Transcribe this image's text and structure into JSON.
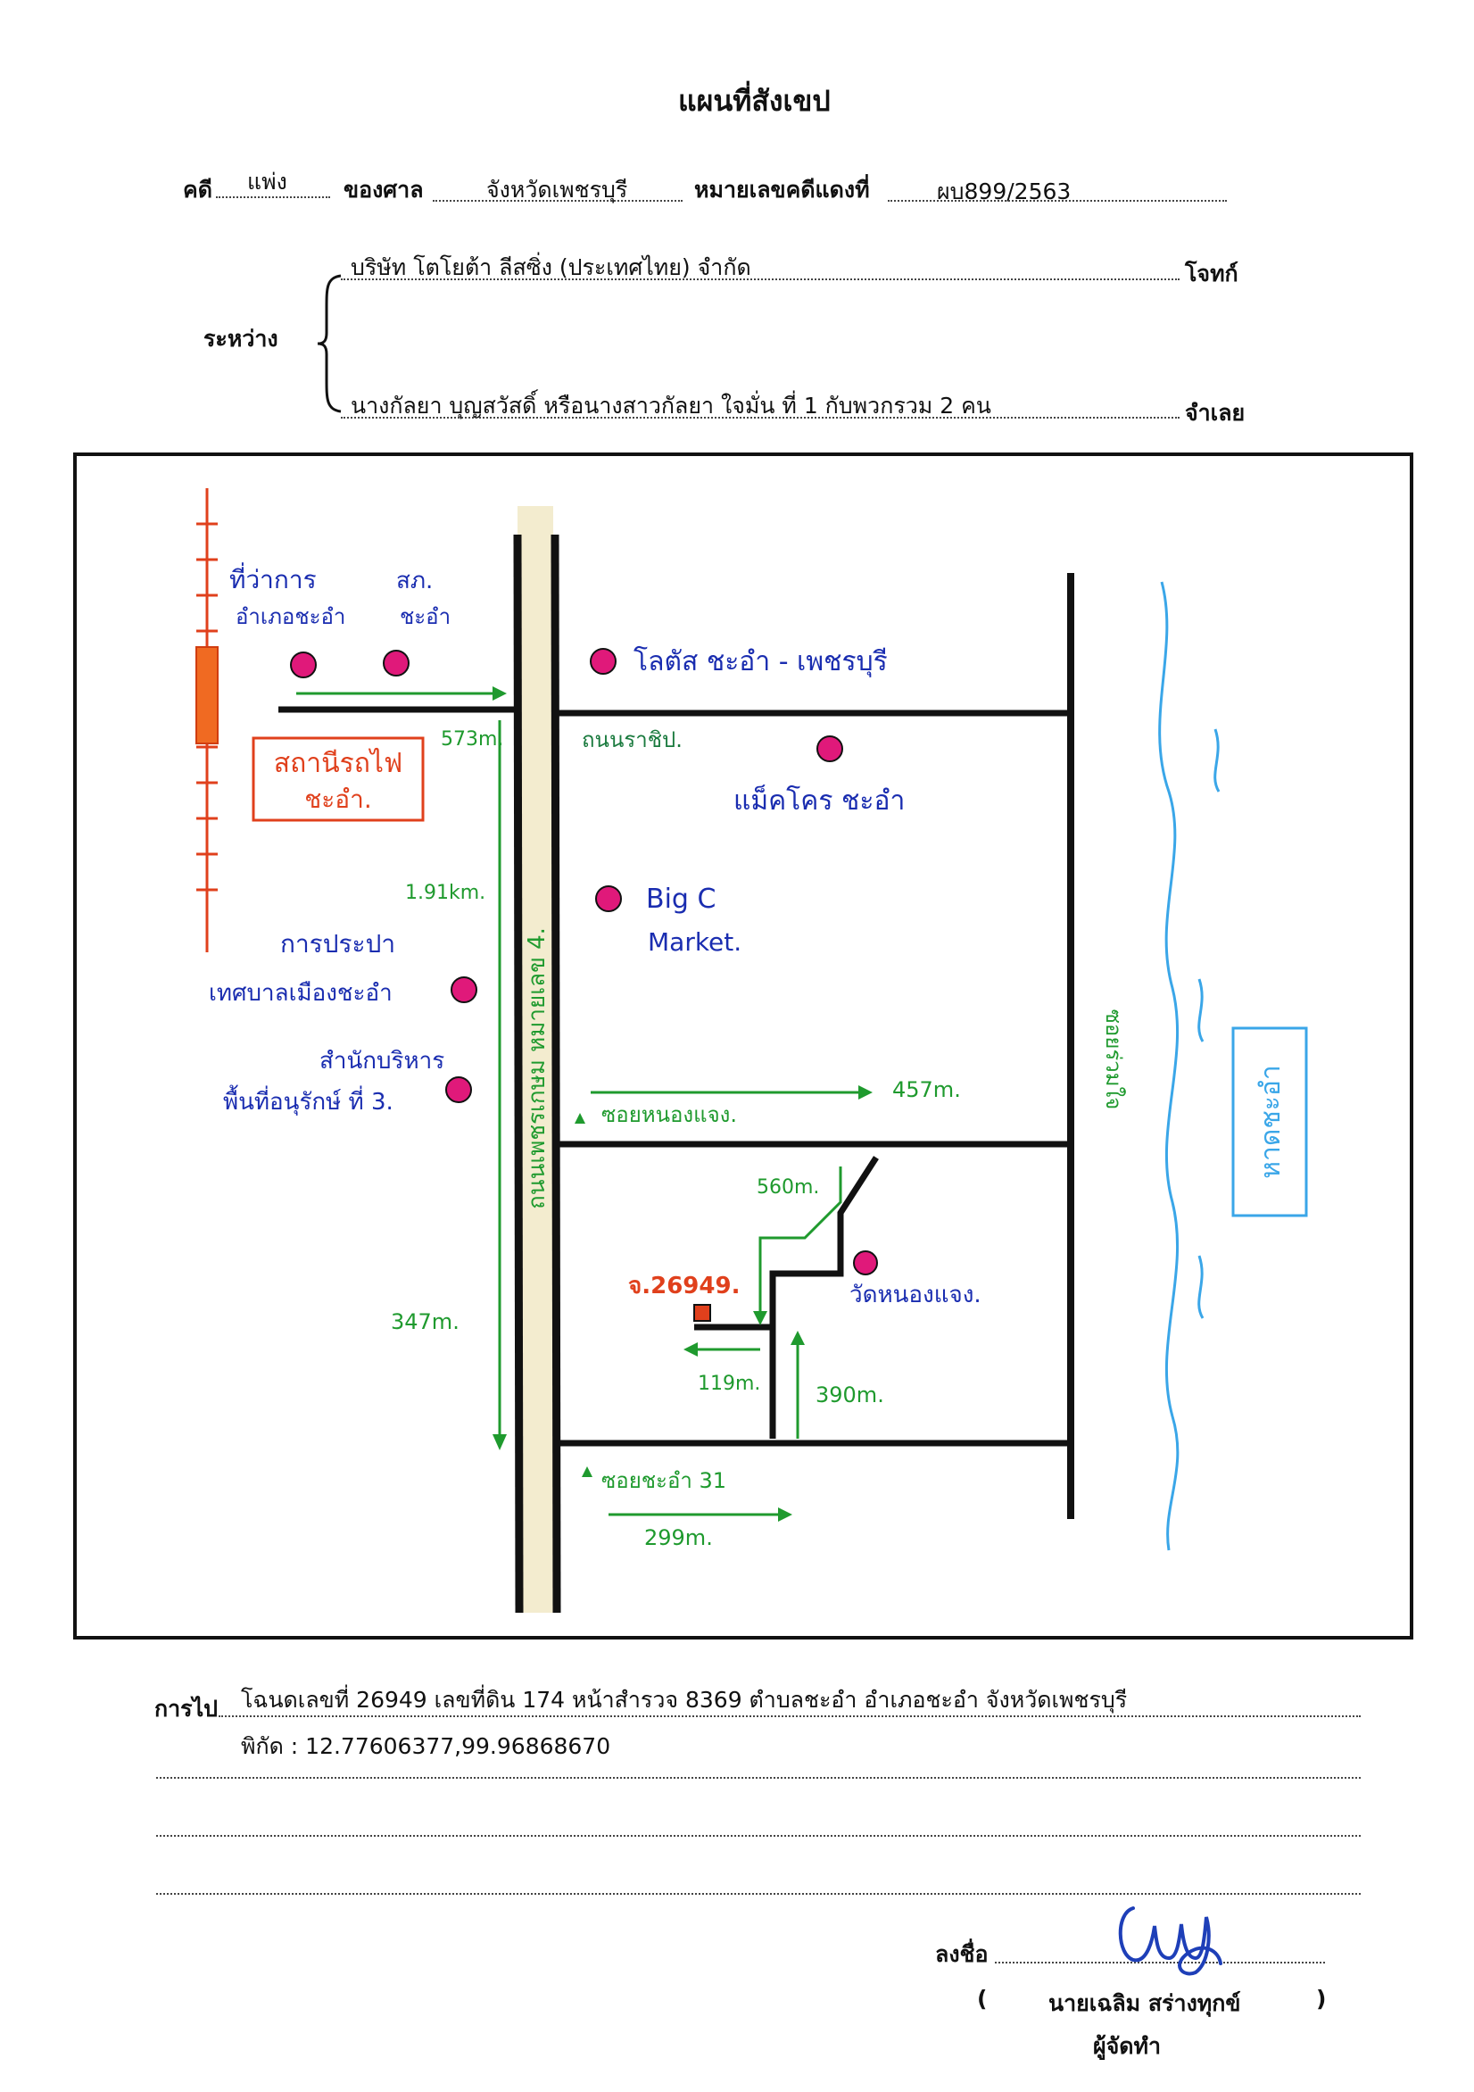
{
  "header": {
    "title": "แผนที่สังเขป",
    "case_label": "คดี",
    "case_type": "แพ่ง",
    "court_label": "ของศาล",
    "court_name": "จังหวัดเพชรบุรี",
    "red_number_label": "หมายเลขคดีแดงที่",
    "red_number": "ผบ899/2563"
  },
  "parties": {
    "between_label": "ระหว่าง",
    "plaintiff": "บริษัท โตโยต้า ลีสซิ่ง (ประเทศไทย) จำกัด",
    "plaintiff_label": "โจทก์",
    "defendant": "นางกัลยา บุญสวัสดิ์ หรือนางสาวกัลยา ใจมั่น ที่ 1 กับพวกรวม 2 คน",
    "defendant_label": "จำเลย"
  },
  "map": {
    "landmarks": {
      "district_office_1": "ที่ว่าการ",
      "district_office_2": "อำเภอชะอำ",
      "police_1": "สภ.",
      "police_2": "ชะอำ",
      "lotus": "โลตัส ชะอำ - เพชรบุรี",
      "makro": "แม็คโคร ชะอำ",
      "bigc_1": "Big C",
      "bigc_2": "Market.",
      "waterworks_1": "การประปา",
      "waterworks_2": "เทศบาลเมืองชะอำ",
      "office_1": "สำนักบริหาร",
      "office_2": "พื้นที่อนุรักษ์ ที่ 3.",
      "temple": "วัดหนองแจง.",
      "beach": "หาดชะอำ",
      "train_station_1": "สถานีรถไฟ",
      "train_station_2": "ชะอำ."
    },
    "roads": {
      "main_highway": "ถนนเพชรเกษม หมายเลข 4.",
      "ratchaphruek": "ถนนราชิป.",
      "soi_nong_chaeng": "ซอยหนองแจง.",
      "soi_cha_am_31": "ซอยชะอำ 31",
      "soi_right": "ซอยร่วมใจ"
    },
    "distances": {
      "d573": "573m.",
      "d191": "1.91km.",
      "d457": "457m.",
      "d560": "560m.",
      "d347": "347m.",
      "d119": "119m.",
      "d390": "390m.",
      "d299": "299m."
    },
    "plot_label": "จ.26949."
  },
  "directions": {
    "label": "การไป",
    "line1": "โฉนดเลขที่ 26949 เลขที่ดิน 174 หน้าสำรวจ 8369 ตำบลชะอำ อำเภอชะอำ จังหวัดเพชรบุรี",
    "line2": "พิกัด : 12.77606377,99.96868670"
  },
  "signature": {
    "sign_label": "ลงชื่อ",
    "open_paren": "(",
    "name": "นายเฉลิม  สร่างทุกข์",
    "close_paren": ")",
    "role": "ผู้จัดทำ"
  },
  "colors": {
    "ink_blue": "#1a2db0",
    "ink_green": "#1f9a2e",
    "ink_red": "#e0401c",
    "ink_pink": "#e0197a",
    "road_fill": "#f3eccf",
    "beach_blue": "#3aa6e8"
  }
}
